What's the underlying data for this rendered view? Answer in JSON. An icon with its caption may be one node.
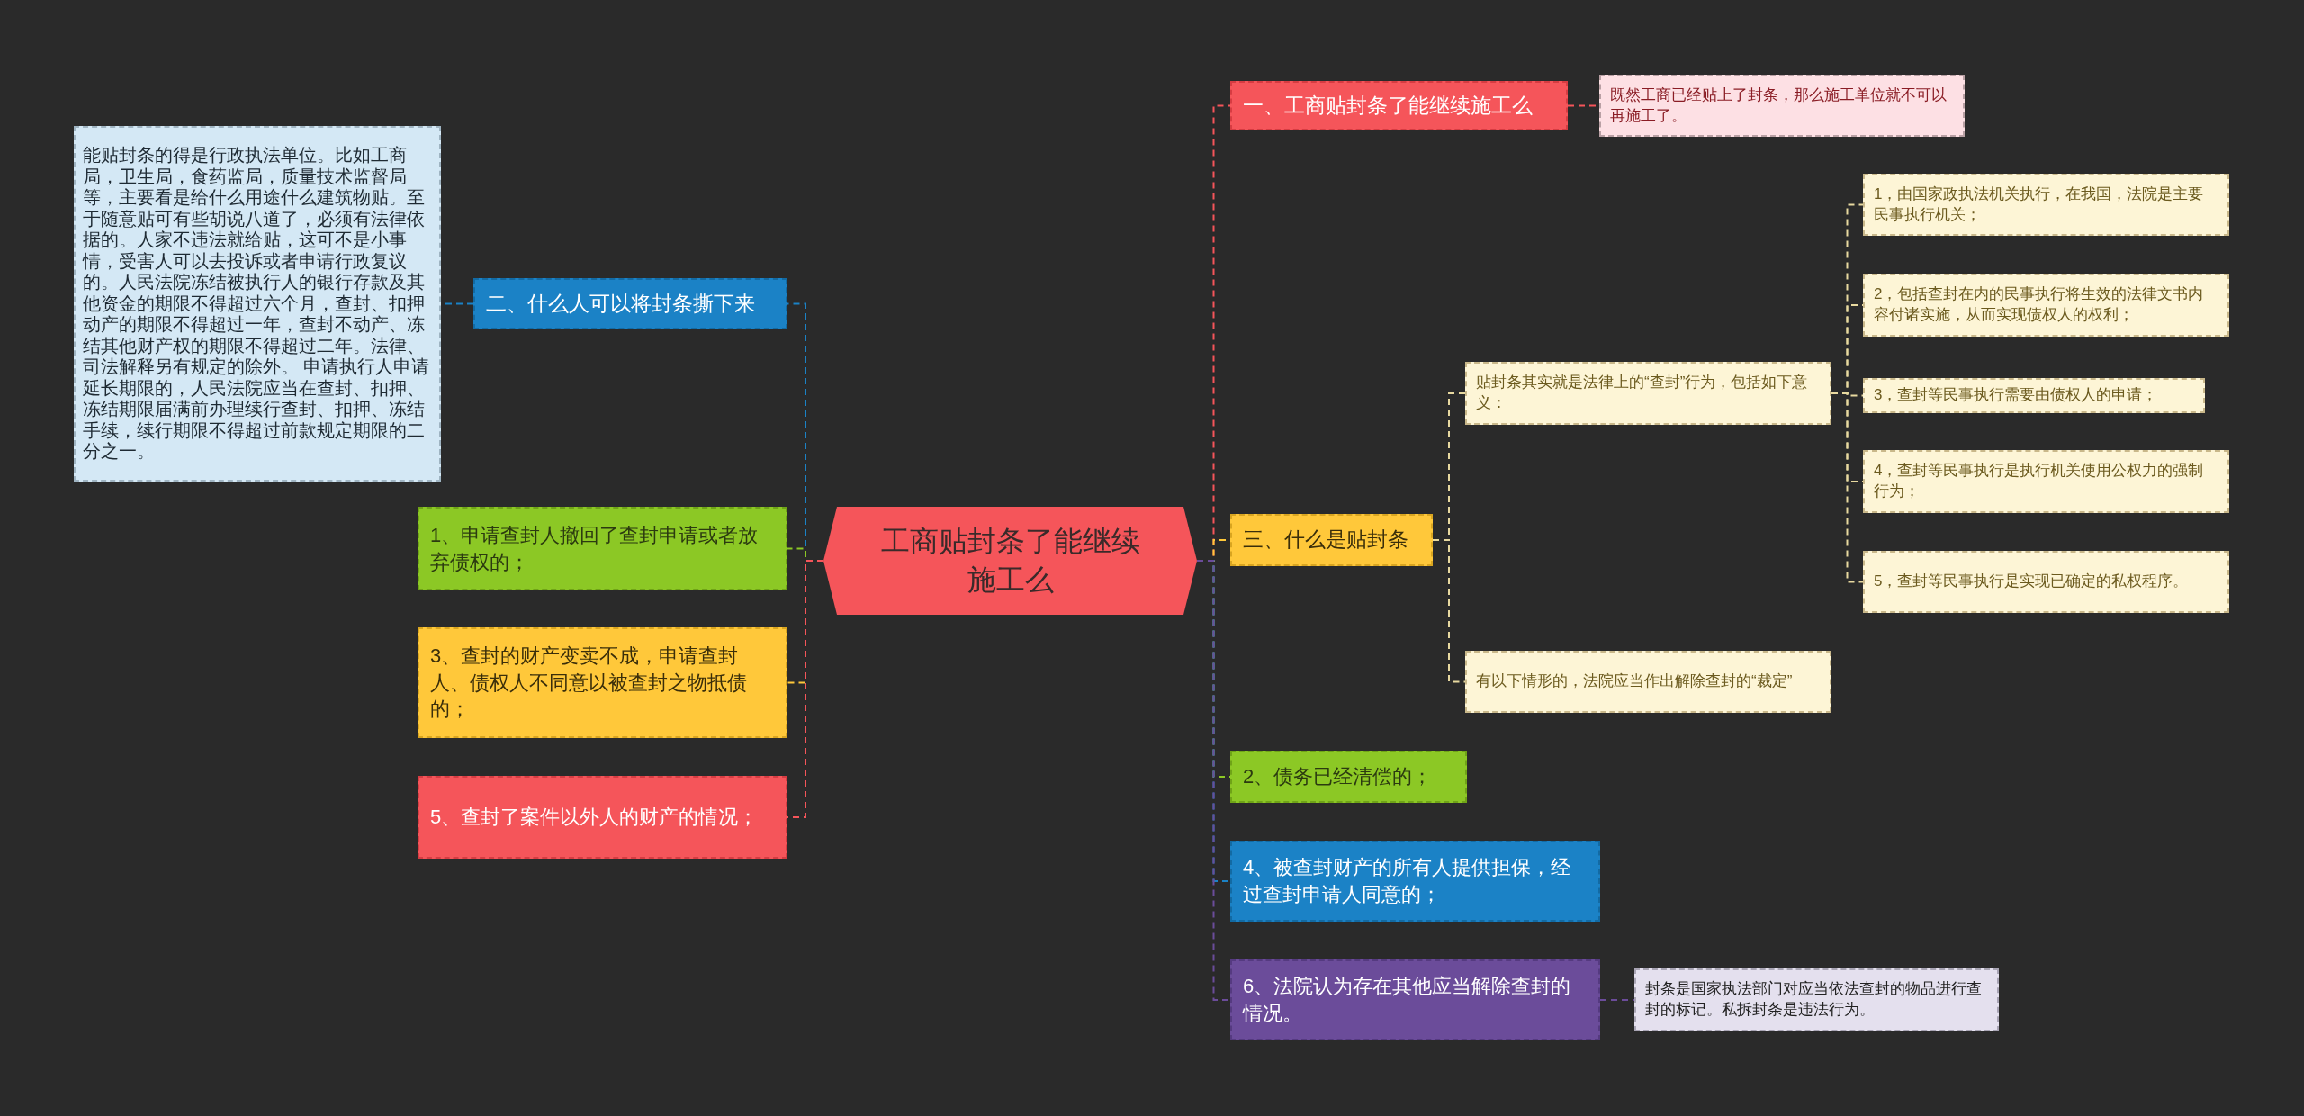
{
  "diagram": {
    "nodes": [
      {
        "text": [
          "工商贴封条了能继续施工么"
        ]
      },
      {
        "text": [
          "一、工商贴封条了能继续施工么"
        ]
      },
      {
        "text": [
          "既然工商已经贴上了封条，那么施工单位就不可以再施工了。"
        ]
      },
      {
        "text": [
          "二、什么人可以将封条撕下来"
        ]
      },
      {
        "text": [
          "能贴封条的得是行政执法单位。比如工商局，卫生局，食药监局，质量技术监督局等，主要看是给什么用途什么建筑物贴。至于随意贴可有些胡说八道了，必须有法律依据的。人家不违法就给贴，这可不是小事情，受害人可以去投诉或者申请行政复议的。人民法院冻结被执行人的银行存款及其他资金的期限不得超过六个月，查封、扣押动产的期限不得超过一年，查封不动产、冻结其他财产权的期限不得超过二年。法律、司法解释另有规定的除外。 申请执行人申请延长期限的，人民法院应当在查封、扣押、冻结期限届满前办理续行查封、扣押、冻结手续，续行期限不得超过前款规定期限的二分之一。"
        ]
      },
      {
        "text": [
          "1、申请查封人撤回了查封申请或者放弃债权的；"
        ]
      },
      {
        "text": [
          "3、查封的财产变卖不成，申请查封人、债权人不同意以被查封之物抵债的；"
        ]
      },
      {
        "text": [
          "5、查封了案件以外人的财产的情况；"
        ]
      },
      {
        "text": [
          "三、什么是贴封条"
        ]
      },
      {
        "text": [
          "贴封条其实就是法律上的“查封”行为，包括如下意义："
        ]
      },
      {
        "text": [
          "1，由国家政执法机关执行，在我国，法院是主要民事执行机关；"
        ]
      },
      {
        "text": [
          "2，包括查封在内的民事执行将生效的法律文书内容付诸实施，从而实现债权人的权利；"
        ]
      },
      {
        "text": [
          "3，查封等民事执行需要由债权人的申请；"
        ]
      },
      {
        "text": [
          "4，查封等民事执行是执行机关使用公权力的强制行为；"
        ]
      },
      {
        "text": [
          "5，查封等民事执行是实现已确定的私权程序。"
        ]
      },
      {
        "text": [
          "有以下情形的，法院应当作出解除查封的“裁定”"
        ]
      },
      {
        "text": [
          "2、债务已经清偿的；"
        ]
      },
      {
        "text": [
          "4、被查封财产的所有人提供担保，经过查封申请人同意的；"
        ]
      },
      {
        "text": [
          "6、法院认为存在其他应当解除查封的情况。"
        ]
      },
      {
        "text": [
          "封条是国家执法部门对应当依法查封的物品进行查封的标记。私拆封条是违法行为。"
        ]
      }
    ],
    "edges": [
      {
        "from": 0,
        "to": 1,
        "arrow": "none",
        "style": "dashed",
        "color": "#f5555a"
      },
      {
        "from": 1,
        "to": 2,
        "arrow": "none",
        "style": "dashed",
        "color": "#f5555a"
      },
      {
        "from": 0,
        "to": 3,
        "arrow": "none",
        "style": "dashed",
        "color": "#1b82c6"
      },
      {
        "from": 3,
        "to": 4,
        "arrow": "none",
        "style": "dashed",
        "color": "#1b82c6"
      },
      {
        "from": 0,
        "to": 5,
        "arrow": "none",
        "style": "dashed",
        "color": "#8cc825"
      },
      {
        "from": 0,
        "to": 6,
        "arrow": "none",
        "style": "dashed",
        "color": "#ffc83a"
      },
      {
        "from": 0,
        "to": 7,
        "arrow": "none",
        "style": "dashed",
        "color": "#f5555a"
      },
      {
        "from": 0,
        "to": 8,
        "arrow": "none",
        "style": "dashed",
        "color": "#ffc83a"
      },
      {
        "from": 8,
        "to": 9,
        "arrow": "none",
        "style": "dashed",
        "color": "#e8d9a0"
      },
      {
        "from": 9,
        "to": 10,
        "arrow": "none",
        "style": "dashed",
        "color": "#e8d9a0"
      },
      {
        "from": 9,
        "to": 11,
        "arrow": "none",
        "style": "dashed",
        "color": "#e8d9a0"
      },
      {
        "from": 9,
        "to": 12,
        "arrow": "none",
        "style": "dashed",
        "color": "#e8d9a0"
      },
      {
        "from": 9,
        "to": 13,
        "arrow": "none",
        "style": "dashed",
        "color": "#e8d9a0"
      },
      {
        "from": 9,
        "to": 14,
        "arrow": "none",
        "style": "dashed",
        "color": "#e8d9a0"
      },
      {
        "from": 8,
        "to": 15,
        "arrow": "none",
        "style": "dashed",
        "color": "#e8d9a0"
      },
      {
        "from": 0,
        "to": 16,
        "arrow": "none",
        "style": "dashed",
        "color": "#8cc825"
      },
      {
        "from": 0,
        "to": 17,
        "arrow": "none",
        "style": "dashed",
        "color": "#1b82c6"
      },
      {
        "from": 0,
        "to": 18,
        "arrow": "none",
        "style": "dashed",
        "color": "#6b4c9a"
      },
      {
        "from": 18,
        "to": 19,
        "arrow": "none",
        "style": "dashed",
        "color": "#6b4c9a"
      }
    ]
  }
}
